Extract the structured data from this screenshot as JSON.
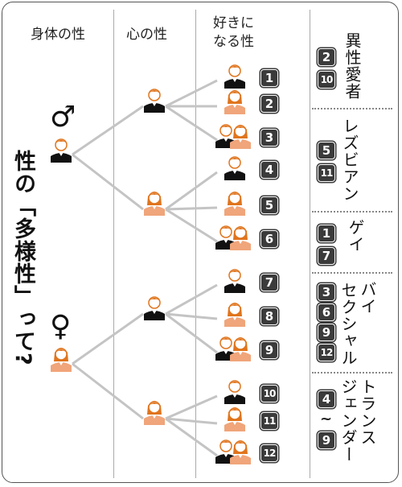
{
  "header": {
    "col_body": "身体の性",
    "col_mind": "心の性",
    "col_love_line1": "好きに",
    "col_love_line2": "なる性"
  },
  "title": "性の「多様性」って?",
  "symbols": {
    "male": "♂",
    "female": "♀"
  },
  "leaf_numbers": [
    "1",
    "2",
    "3",
    "4",
    "5",
    "6",
    "7",
    "8",
    "9",
    "10",
    "11",
    "12"
  ],
  "categories": [
    {
      "name": "異性愛者",
      "numbers": [
        "2",
        "10"
      ]
    },
    {
      "name": "レズビアン",
      "numbers": [
        "5",
        "11"
      ]
    },
    {
      "name": "ゲイ",
      "numbers": [
        "1",
        "7"
      ]
    },
    {
      "name_line1": "バイ",
      "name_line2": "セクシャル",
      "numbers": [
        "3",
        "6",
        "9",
        "12"
      ]
    },
    {
      "name_line1": "トランス",
      "name_line2": "ジェンダー",
      "numbers": [
        "4",
        "9"
      ],
      "range_mark": "~"
    }
  ],
  "colors": {
    "male": "#111111",
    "female": "#f0a57a",
    "hair": "#e0741c",
    "line": "#c4c4c4",
    "badge": "#3b3b3b"
  }
}
